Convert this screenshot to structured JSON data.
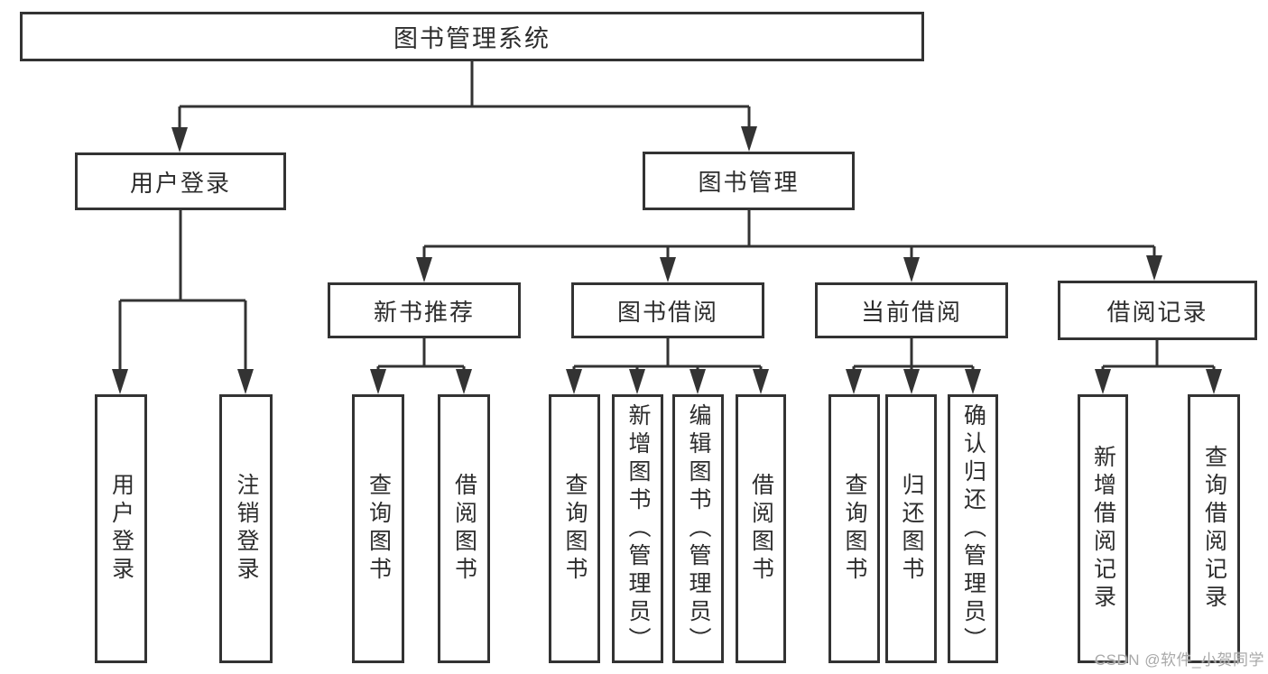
{
  "diagram_title": "图书管理系统",
  "tree": {
    "root": "图书管理系统",
    "branches": [
      {
        "label": "用户登录",
        "children": [
          "用户登录",
          "注销登录"
        ]
      },
      {
        "label": "图书管理",
        "groups": [
          {
            "label": "新书推荐",
            "children": [
              "查询图书",
              "借阅图书"
            ]
          },
          {
            "label": "图书借阅",
            "children": [
              "查询图书",
              "新增图书（管理员）",
              "编辑图书（管理员）",
              "借阅图书"
            ]
          },
          {
            "label": "当前借阅",
            "children": [
              "查询图书",
              "归还图书",
              "确认归还（管理员）"
            ]
          },
          {
            "label": "借阅记录",
            "children": [
              "新增借阅记录",
              "查询借阅记录"
            ]
          }
        ]
      }
    ]
  },
  "watermark": "CSDN @软件_小贺同学",
  "colors": {
    "line": "#333333",
    "box_border": "#333333",
    "text": "#2d2d2d",
    "watermark": "#a9a9a9",
    "background": "#ffffff"
  }
}
